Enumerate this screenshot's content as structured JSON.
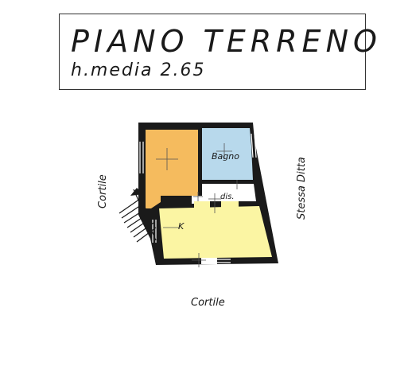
{
  "header": {
    "title": "PIANO  TERRENO",
    "subtitle": "h.media  2.65"
  },
  "rooms": {
    "bagno": "Bagno",
    "dis": "dis.",
    "kitchen": "K"
  },
  "surroundings": {
    "left": "Cortile",
    "right": "Stessa Ditta",
    "bottom": "Cortile"
  },
  "colors": {
    "room_orange": "#f5bb5e",
    "room_blue": "#b8d9ec",
    "room_yellow": "#fbf5a3",
    "wall": "#1a1a1a"
  }
}
